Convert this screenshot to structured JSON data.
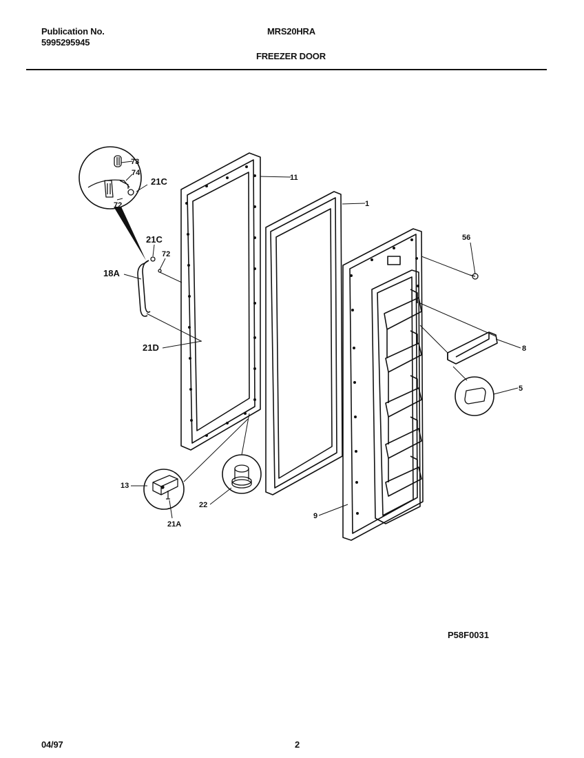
{
  "header": {
    "publication_label": "Publication No.",
    "publication_number": "5995295945",
    "model": "MRS20HRA",
    "section_title": "FREEZER DOOR"
  },
  "diagram": {
    "part_labels": {
      "p1": "1",
      "p5": "5",
      "p8": "8",
      "p9": "9",
      "p11": "11",
      "p13": "13",
      "p18a": "18A",
      "p21a": "21A",
      "p21c_top": "21C",
      "p21c": "21C",
      "p21d": "21D",
      "p22": "22",
      "p56": "56",
      "p72_top": "72",
      "p72": "72",
      "p73": "73",
      "p74": "74"
    },
    "drawing_code": "P58F0031"
  },
  "footer": {
    "date": "04/97",
    "page": "2"
  }
}
